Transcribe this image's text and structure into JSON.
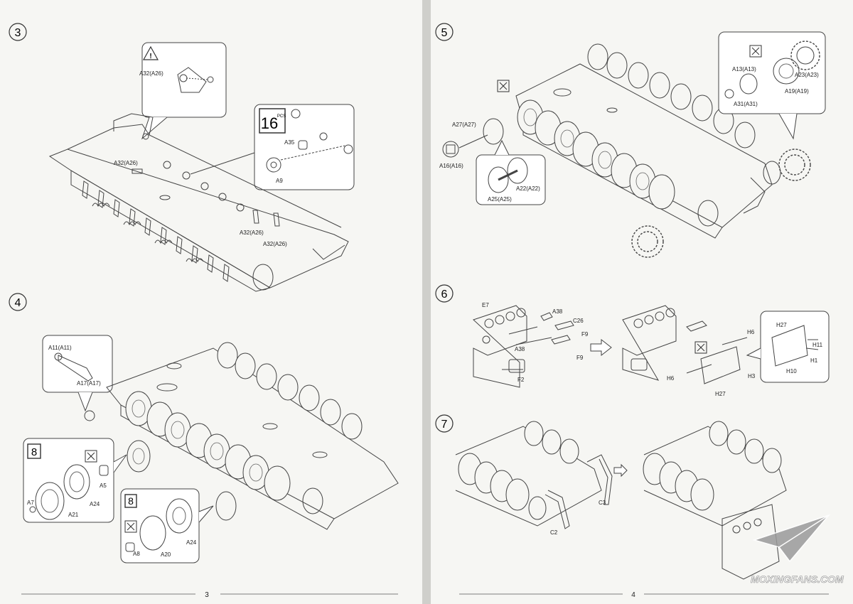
{
  "left": {
    "page_number": "3",
    "steps": [
      {
        "number": "3",
        "labels": {
          "a32_top": "A32(A26)",
          "a32_left": "A32(A26)",
          "a32_mid": "A32(A26)",
          "a32_low": "A32(A26)",
          "qty": "16",
          "qty_unit": "PCS",
          "a35": "A35",
          "a9": "A9"
        }
      },
      {
        "number": "4",
        "labels": {
          "a11": "A11(A11)",
          "a17": "A17(A17)",
          "qty_a": "8",
          "qty_b": "8",
          "a5": "A5",
          "a7": "A7",
          "a21": "A21",
          "a24_a": "A24",
          "a24_b": "A24",
          "a8": "A8",
          "a20": "A20"
        }
      }
    ]
  },
  "right": {
    "page_number": "4",
    "steps": [
      {
        "number": "5",
        "labels": {
          "a27": "A27(A27)",
          "a16": "A16(A16)",
          "a22": "A22(A22)",
          "a25": "A25(A25)",
          "a13": "A13(A13)",
          "a23": "A23(A23)",
          "a19": "A19(A19)",
          "a31": "A31(A31)"
        }
      },
      {
        "number": "6",
        "labels": {
          "e7": "E7",
          "a38_a": "A38",
          "a38_b": "A38",
          "c26": "C26",
          "f9_a": "F9",
          "f9_b": "F9",
          "f2": "F2",
          "h6_a": "H6",
          "h6_b": "H6",
          "h27_a": "H27",
          "h27_b": "H27",
          "h3": "H3",
          "h11": "H11",
          "h1": "H1",
          "h10": "H10"
        }
      },
      {
        "number": "7",
        "labels": {
          "c2": "C2",
          "c3": "C3"
        }
      }
    ]
  },
  "watermark": "MOXINGFANS.COM",
  "colors": {
    "paper": "#f6f6f3",
    "line": "#333333",
    "background": "#d9d9d6"
  }
}
